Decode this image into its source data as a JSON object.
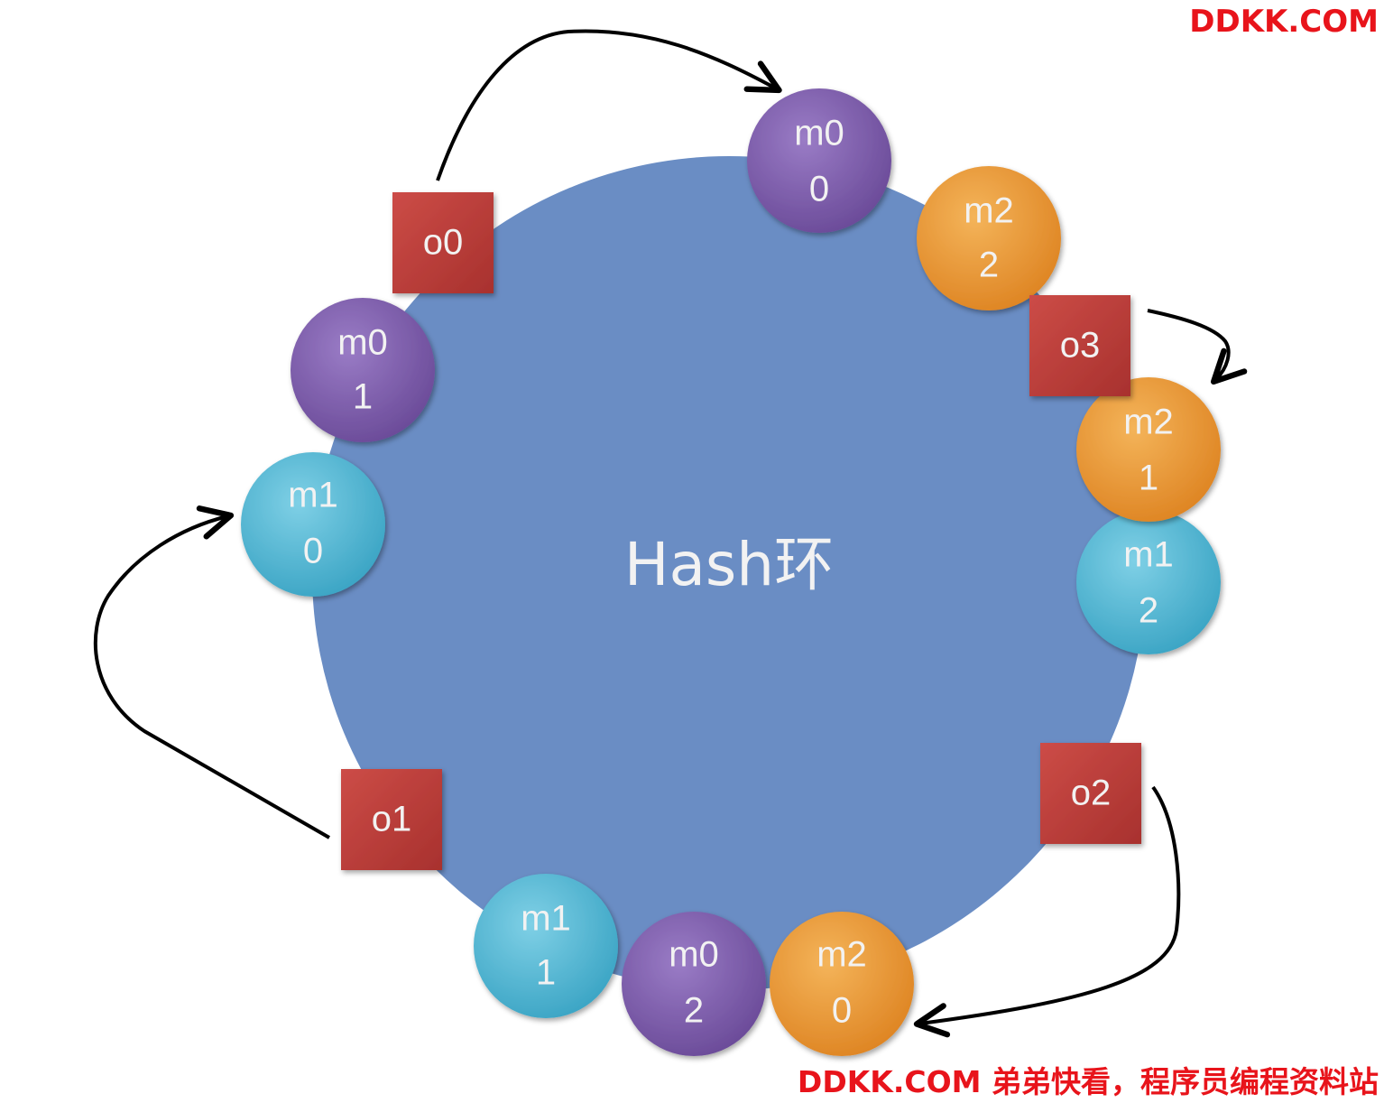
{
  "ring": {
    "label": "Hash环",
    "color": "#6a8dc4"
  },
  "colors": {
    "m0": "#7a5aa8",
    "m1": "#4cb5d2",
    "m2": "#e8962e",
    "object": "#c0403c",
    "text": "#f2f2f2",
    "arrow": "#000000"
  },
  "nodes": [
    {
      "id": "m00",
      "group": "m0",
      "line1": "m0",
      "line2": "0"
    },
    {
      "id": "m22",
      "group": "m2",
      "line1": "m2",
      "line2": "2"
    },
    {
      "id": "m21",
      "group": "m2",
      "line1": "m2",
      "line2": "1"
    },
    {
      "id": "m12",
      "group": "m1",
      "line1": "m1",
      "line2": "2"
    },
    {
      "id": "m20",
      "group": "m2",
      "line1": "m2",
      "line2": "0"
    },
    {
      "id": "m02",
      "group": "m0",
      "line1": "m0",
      "line2": "2"
    },
    {
      "id": "m11",
      "group": "m1",
      "line1": "m1",
      "line2": "1"
    },
    {
      "id": "m10",
      "group": "m1",
      "line1": "m1",
      "line2": "0"
    },
    {
      "id": "m01",
      "group": "m0",
      "line1": "m0",
      "line2": "1"
    }
  ],
  "objects": [
    {
      "id": "o0",
      "label": "o0"
    },
    {
      "id": "o3",
      "label": "o3"
    },
    {
      "id": "o2",
      "label": "o2"
    },
    {
      "id": "o1",
      "label": "o1"
    }
  ],
  "mappings": [
    {
      "from": "o0",
      "to": "m00"
    },
    {
      "from": "o3",
      "to": "m21"
    },
    {
      "from": "o2",
      "to": "m20"
    },
    {
      "from": "o1",
      "to": "m10"
    }
  ],
  "watermark": {
    "top": "DDKK.COM",
    "bottom": "DDKK.COM 弟弟快看，程序员编程资料站"
  }
}
